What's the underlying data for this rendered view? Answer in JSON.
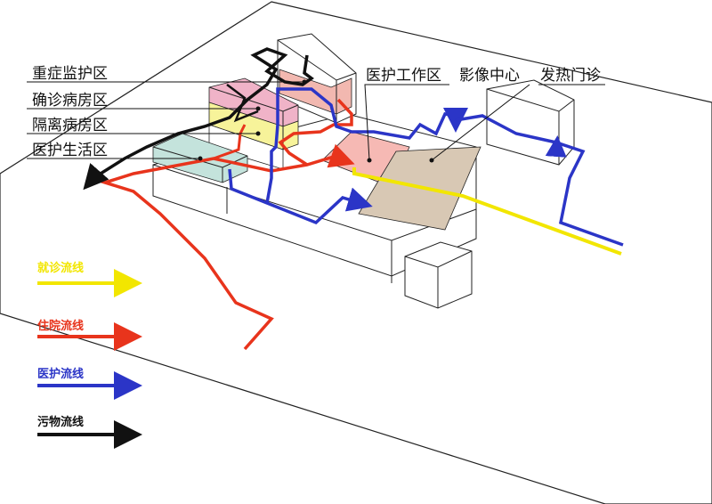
{
  "zone_labels": {
    "icu": "重症监护区",
    "confirmed_ward": "确诊病房区",
    "isolation_ward": "隔离病房区",
    "staff_living": "医护生活区",
    "medical_work": "医护工作区",
    "imaging_center": "影像中心",
    "fever_clinic": "发热门诊"
  },
  "legend": [
    {
      "key": "patient",
      "label": "就诊流线",
      "color": "#f2e600"
    },
    {
      "key": "inpatient",
      "label": "住院流线",
      "color": "#e8341c"
    },
    {
      "key": "staff",
      "label": "医护流线",
      "color": "#2b35c7"
    },
    {
      "key": "waste",
      "label": "污物流线",
      "color": "#111111"
    }
  ],
  "colors": {
    "icu_fill": "#f2b8b0",
    "confirmed_fill": "#f0b3c8",
    "isolation_fill": "#f7f39a",
    "living_fill": "#c4e3dc",
    "work_fill": "#f6b9b4",
    "imaging_fill": "#d8c8b4"
  }
}
